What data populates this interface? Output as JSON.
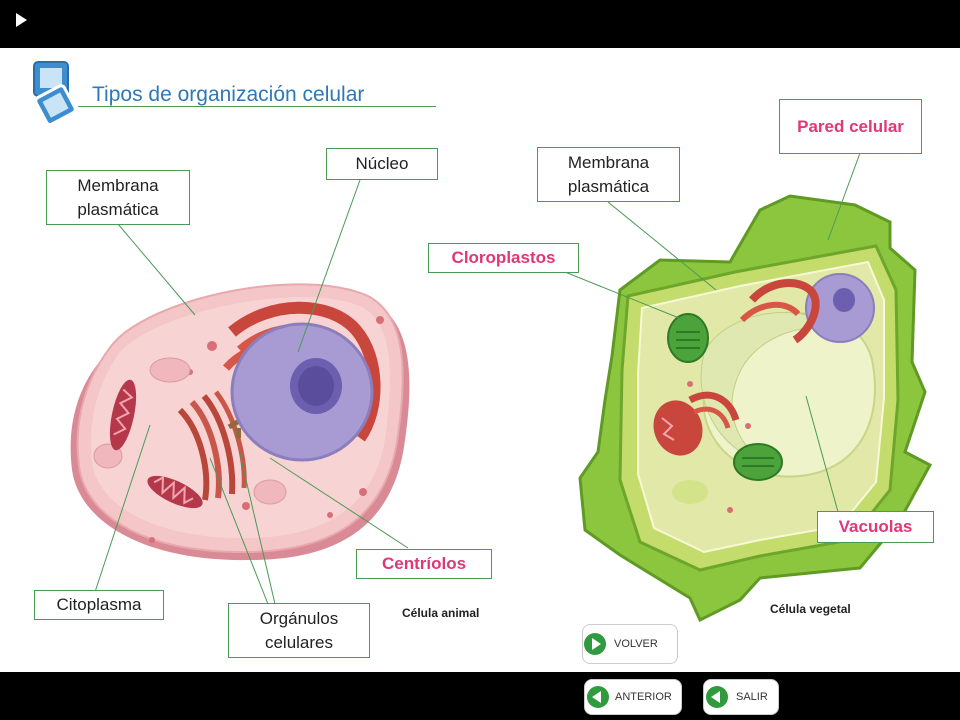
{
  "title": "Tipos de organización celular",
  "labels": {
    "membrana_animal": "Membrana plasmática",
    "nucleo": "Núcleo",
    "citoplasma": "Citoplasma",
    "organulos": "Orgánulos celulares",
    "centriolos": "Centríolos",
    "membrana_vegetal": "Membrana plasmática",
    "cloroplastos": "Cloroplastos",
    "pared": "Pared celular",
    "vacuolas": "Vacuolas"
  },
  "captions": {
    "animal": "Célula animal",
    "vegetal": "Célula vegetal"
  },
  "nav": {
    "volver": "VOLVER",
    "anterior": "ANTERIOR",
    "salir": "SALIR"
  },
  "colors": {
    "accent_blue": "#2e78b8",
    "label_pink": "#e0367a",
    "leader_green": "#4a9a55",
    "nav_green": "#2f9b3e"
  },
  "icons": {
    "top_play": "play-icon",
    "title": "window-icon"
  }
}
